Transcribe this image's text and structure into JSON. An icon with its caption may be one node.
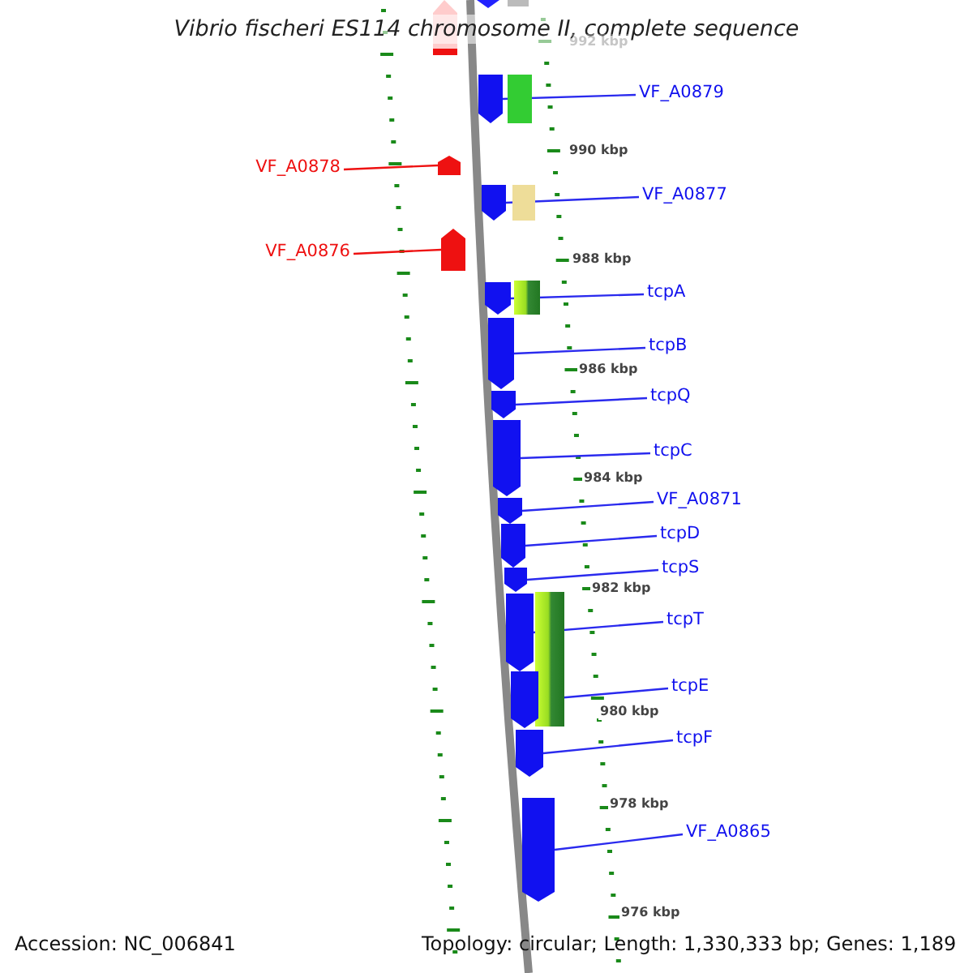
{
  "diagram": {
    "title": "Vibrio fischeri ES114 chromosome II, complete sequence",
    "nodes": [
      {
        "text": [
          "VF_A0879"
        ]
      },
      {
        "text": [
          "VF_A0878"
        ]
      },
      {
        "text": [
          "VF_A0877"
        ]
      },
      {
        "text": [
          "VF_A0876"
        ]
      },
      {
        "text": [
          "tcpA"
        ]
      },
      {
        "text": [
          "tcpB"
        ]
      },
      {
        "text": [
          "tcpQ"
        ]
      },
      {
        "text": [
          "tcpC"
        ]
      },
      {
        "text": [
          "VF_A0871"
        ]
      },
      {
        "text": [
          "tcpD"
        ]
      },
      {
        "text": [
          "tcpS"
        ]
      },
      {
        "text": [
          "tcpT"
        ]
      },
      {
        "text": [
          "tcpE"
        ]
      },
      {
        "text": [
          "tcpF"
        ]
      },
      {
        "text": [
          "VF_A0865"
        ]
      },
      {
        "text": [],
        "shape": "arrow"
      },
      {
        "text": [],
        "shape": "arrow"
      },
      {
        "text": [],
        "shape": "arrow"
      },
      {
        "text": [],
        "shape": "arrow"
      },
      {
        "text": [],
        "shape": "arrow"
      },
      {
        "text": [],
        "shape": "arrow"
      },
      {
        "text": [],
        "shape": "arrow"
      },
      {
        "text": [],
        "shape": "arrow"
      },
      {
        "text": [],
        "shape": "arrow"
      },
      {
        "text": [],
        "shape": "arrow"
      },
      {
        "text": [],
        "shape": "arrow"
      },
      {
        "text": [],
        "shape": "arrow"
      },
      {
        "text": [],
        "shape": "arrow"
      },
      {
        "text": [],
        "shape": "arrow"
      },
      {
        "text": [],
        "shape": "arrow"
      }
    ],
    "edges": [
      {
        "from": 0,
        "to": 15,
        "arrow": "none"
      },
      {
        "from": 1,
        "to": 16,
        "arrow": "none",
        "color": "#ee1111"
      },
      {
        "from": 2,
        "to": 17,
        "arrow": "none"
      },
      {
        "from": 3,
        "to": 18,
        "arrow": "none",
        "color": "#ee1111"
      },
      {
        "from": 4,
        "to": 19,
        "arrow": "none"
      },
      {
        "from": 5,
        "to": 20,
        "arrow": "none"
      },
      {
        "from": 6,
        "to": 21,
        "arrow": "none"
      },
      {
        "from": 7,
        "to": 22,
        "arrow": "none"
      },
      {
        "from": 8,
        "to": 23,
        "arrow": "none"
      },
      {
        "from": 9,
        "to": 24,
        "arrow": "none"
      },
      {
        "from": 10,
        "to": 25,
        "arrow": "none"
      },
      {
        "from": 11,
        "to": 26,
        "arrow": "none"
      },
      {
        "from": 12,
        "to": 27,
        "arrow": "none"
      },
      {
        "from": 13,
        "to": 28,
        "arrow": "none"
      },
      {
        "from": 14,
        "to": 29,
        "arrow": "none"
      }
    ],
    "labels": [
      "992 kbp",
      "990 kbp",
      "988 kbp",
      "986 kbp",
      "984 kbp",
      "982 kbp",
      "980 kbp",
      "978 kbp",
      "976 kbp",
      "Accession: NC_006841",
      "Topology: circular; Length: 1,330,333 bp; Genes: 1,189"
    ]
  }
}
